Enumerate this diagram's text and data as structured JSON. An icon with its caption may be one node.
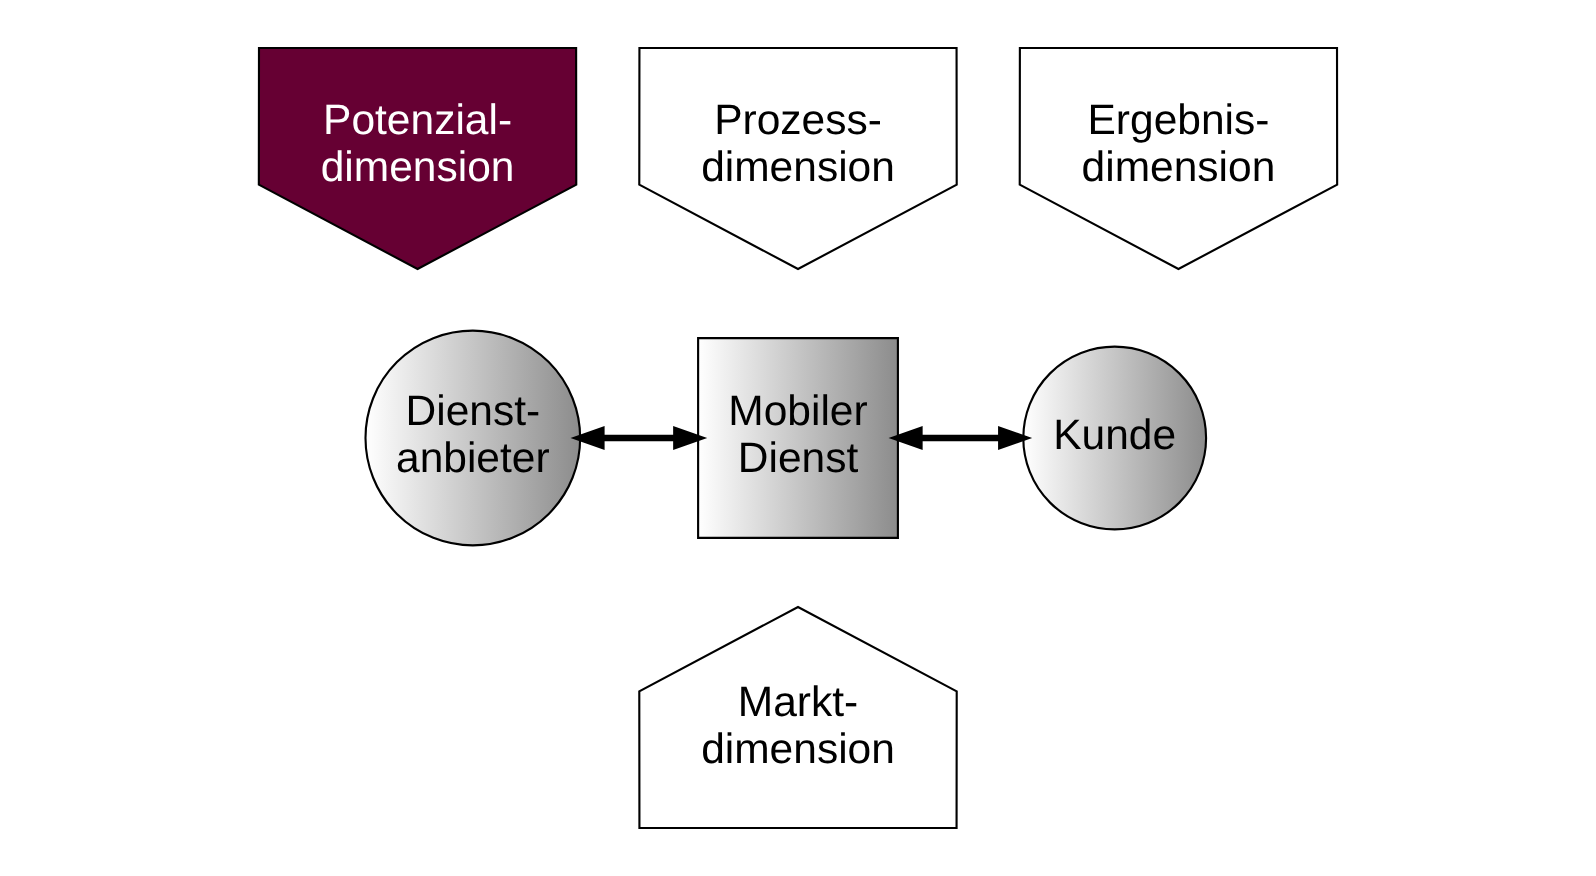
{
  "diagram": {
    "nodes": [
      {
        "text": [
          "Dienst- anbieter"
        ]
      },
      {
        "text": [
          "Mobiler Dienst"
        ]
      },
      {
        "text": [
          "Kunde"
        ]
      },
      {
        "text": [
          "Potenzial- dimension"
        ]
      },
      {
        "text": [
          "Prozess- dimension"
        ]
      },
      {
        "text": [
          "Ergebnis- dimension"
        ]
      },
      {
        "text": [
          "Markt- dimension"
        ]
      }
    ],
    "edges": [
      {
        "from": 0,
        "to": 1,
        "arrow": "both"
      },
      {
        "from": 1,
        "to": 2,
        "arrow": "both"
      }
    ]
  }
}
